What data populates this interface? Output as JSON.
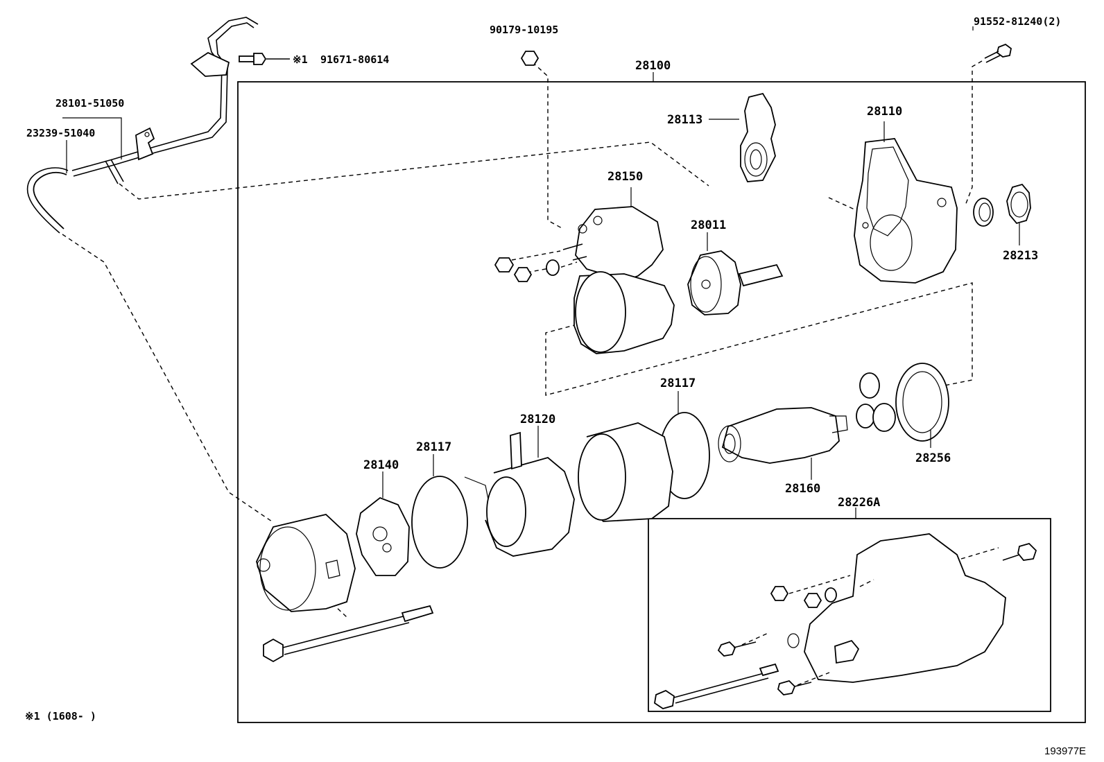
{
  "diagram": {
    "part_labels": {
      "p28100": "28100",
      "p28101": "28101-51050",
      "p23239": "23239-51040",
      "p91671": "91671-80614",
      "p91671_mark": "※1",
      "p90179": "90179-10195",
      "p91552": "91552-81240(2)",
      "p28113": "28113",
      "p28110": "28110",
      "p28150": "28150",
      "p28011": "28011",
      "p28213": "28213",
      "p28117a": "28117",
      "p28117b": "28117",
      "p28120": "28120",
      "p28140": "28140",
      "p28160": "28160",
      "p28256": "28256",
      "p28226A": "28226A"
    },
    "footnote": "※1 (1608-      )",
    "figure_id": "193977E"
  }
}
